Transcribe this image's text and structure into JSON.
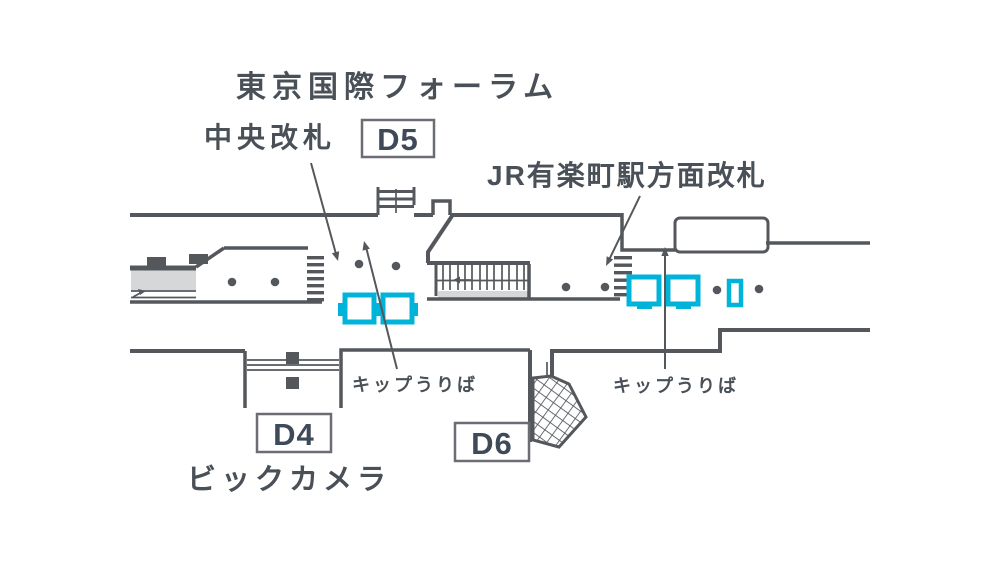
{
  "labels": {
    "facility": "東京国際フォーラム",
    "central_gate": "中央改札",
    "jr_gate": "JR有楽町駅方面改札",
    "ticket_office_left": "キップうりば",
    "ticket_office_right": "キップうりば",
    "store": "ビックカメラ",
    "exit_d4": "D4",
    "exit_d5": "D5",
    "exit_d6": "D6"
  },
  "colors": {
    "line": "#54585c",
    "text": "#4a5057",
    "exit_text": "#3f4a59",
    "box_border": "#6a6e72",
    "machine": "#00b3d8",
    "gray": "#d5d7d8",
    "background": "#ffffff"
  }
}
